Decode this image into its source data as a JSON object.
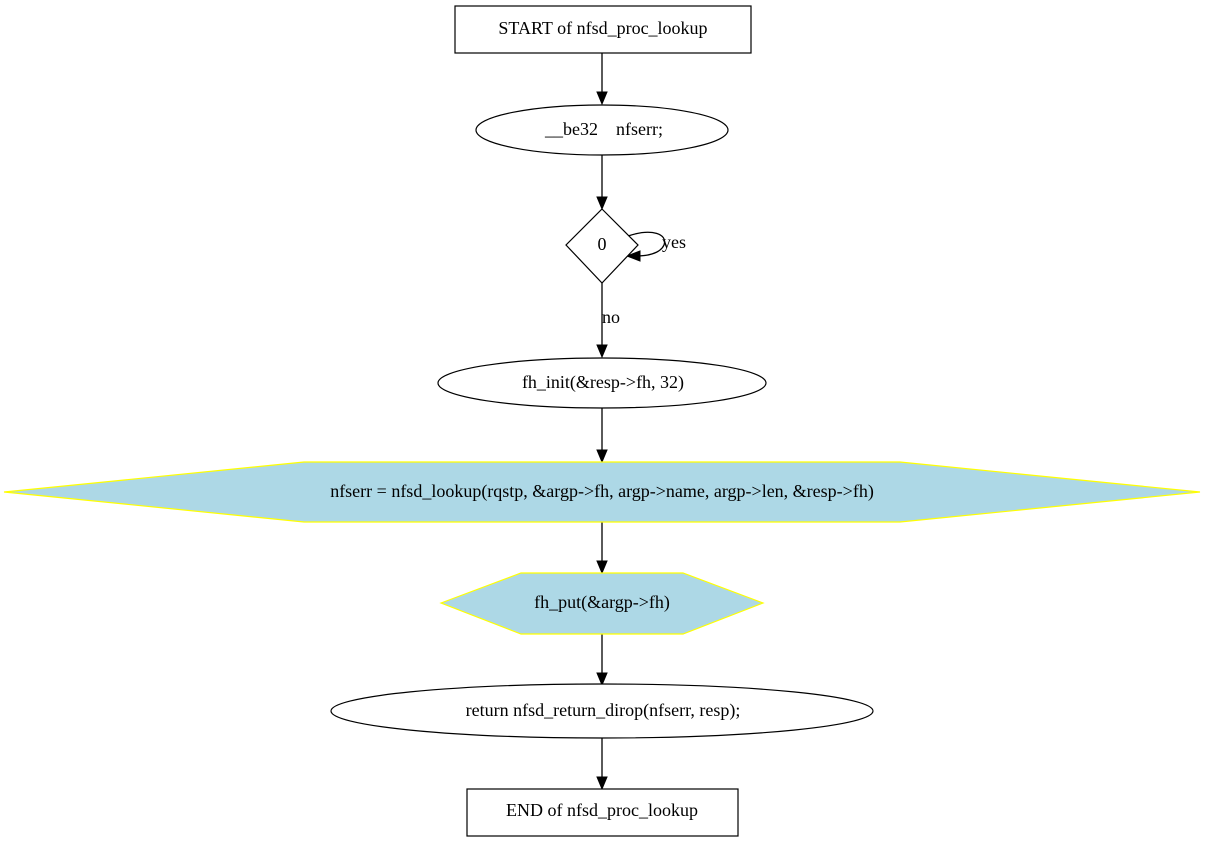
{
  "diagram": {
    "nodes": {
      "start": {
        "label": "START of nfsd_proc_lookup"
      },
      "decl": {
        "label": "__be32    nfserr;"
      },
      "cond": {
        "label": "0"
      },
      "init": {
        "label": "fh_init(&resp->fh, 32)"
      },
      "lookup": {
        "label": "nfserr = nfsd_lookup(rqstp, &argp->fh, argp->name, argp->len, &resp->fh)"
      },
      "put": {
        "label": "fh_put(&argp->fh)"
      },
      "ret": {
        "label": "return nfsd_return_dirop(nfserr, resp);"
      },
      "end": {
        "label": "END of nfsd_proc_lookup"
      }
    },
    "edges": {
      "cond_yes": {
        "label": "yes"
      },
      "cond_no": {
        "label": "no"
      }
    },
    "colors": {
      "highlight_fill": "#add8e6",
      "highlight_stroke": "#ffff00",
      "line": "#000000"
    }
  }
}
